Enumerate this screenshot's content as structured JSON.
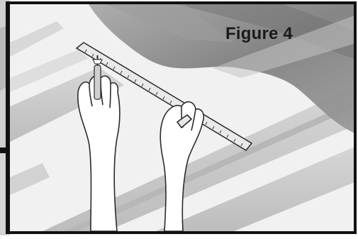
{
  "figure": {
    "label": "Figure 4"
  },
  "colors": {
    "frame": "#111111",
    "ceiling_light": "#f1f1f1",
    "joist": "#c9c9c9",
    "joist_dark": "#b3b3b3",
    "insulation": "#8f8f8f",
    "skin": "#ffffff",
    "outline": "#2b2b2b"
  },
  "icons": [
    "ruler",
    "hand",
    "screw",
    "screwdriver"
  ]
}
